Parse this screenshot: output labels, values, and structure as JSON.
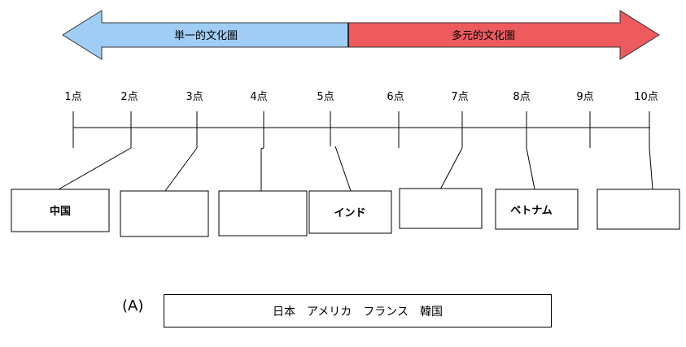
{
  "arrow": {
    "left_label": "単一的文化圏",
    "right_label": "多元的文化圏",
    "left_color": "#9fcdf5",
    "right_color": "#ee5b5f"
  },
  "scale": {
    "ticks": [
      "1点",
      "2点",
      "3点",
      "4点",
      "5点",
      "6点",
      "7点",
      "8点",
      "9点",
      "10点"
    ]
  },
  "boxes": [
    {
      "text": "中国"
    },
    {
      "text": ""
    },
    {
      "text": ""
    },
    {
      "text": "インド"
    },
    {
      "text": ""
    },
    {
      "text": "ベトナム"
    },
    {
      "text": ""
    }
  ],
  "answer": {
    "label": "(A)",
    "text": "日本　アメリカ　フランス　韓国"
  }
}
